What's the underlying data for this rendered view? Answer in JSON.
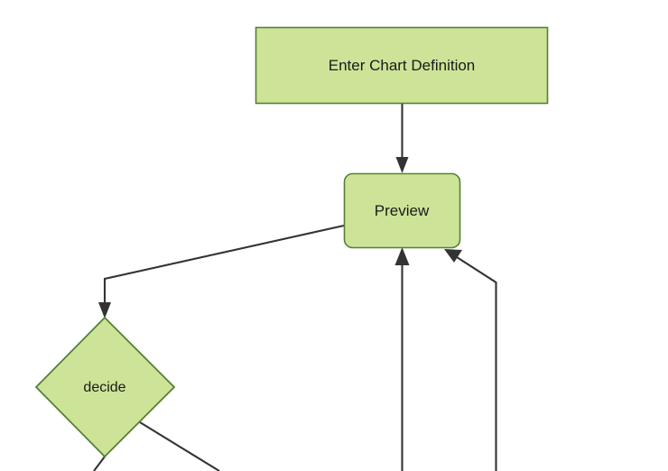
{
  "diagram": {
    "type": "flowchart",
    "title": "",
    "background_color": "#ffffff",
    "node_fill_color": "#cde498",
    "node_stroke_color": "#538135",
    "edge_color": "#333333",
    "nodes": [
      {
        "id": "enter-chart-definition",
        "label": "Enter Chart Definition",
        "shape": "rectangle"
      },
      {
        "id": "preview",
        "label": "Preview",
        "shape": "rounded-rectangle"
      },
      {
        "id": "decide",
        "label": "decide",
        "shape": "diamond"
      }
    ],
    "edges": [
      {
        "id": "edge-enter-to-preview",
        "from": "enter-chart-definition",
        "to": "preview",
        "label": ""
      },
      {
        "id": "edge-preview-to-decide",
        "from": "preview",
        "to": "decide",
        "label": ""
      },
      {
        "id": "edge-bottom-left-to-preview",
        "from": "",
        "to": "preview",
        "label": ""
      },
      {
        "id": "edge-bottom-right-to-preview",
        "from": "",
        "to": "preview",
        "label": ""
      },
      {
        "id": "edge-decide-bottom-out",
        "from": "decide",
        "to": "",
        "label": ""
      },
      {
        "id": "edge-decide-right-out",
        "from": "decide",
        "to": "",
        "label": ""
      }
    ]
  }
}
